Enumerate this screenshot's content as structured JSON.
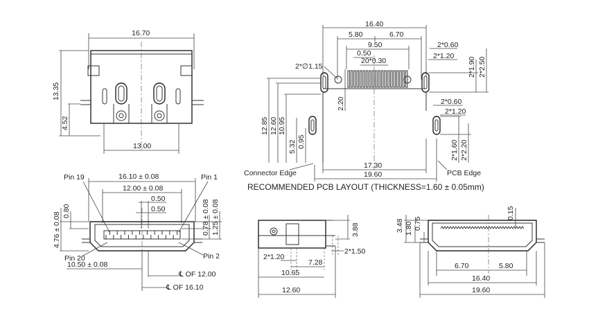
{
  "view_top": {
    "width": "16.70",
    "height": "13.35",
    "lower": "4.52",
    "base": "13.00"
  },
  "pcb": {
    "overall_width": "16.40",
    "left_span": "5.80",
    "right_span": "6.70",
    "pad_span": "9.50",
    "pitch": "0.50",
    "pad_width": "20*0.30",
    "hole": "2*∅1.15",
    "slot_w_top": "2*0.60",
    "slot_l_top": "2*1.20",
    "slot_h1": "2*1.90",
    "slot_h2": "2*2.50",
    "pad_depth": "2.20",
    "h_1285": "12.85",
    "h_1260": "12.60",
    "h_1095": "10.95",
    "h_532": "5.32",
    "h_095": "0.95",
    "slot_w_mid": "2*0.60",
    "slot_l_mid": "2*1.20",
    "h_160": "2*1.60",
    "h_220": "2*2.20",
    "w_1730": "17.30",
    "w_1960": "19.60",
    "connector_edge": "Connector Edge",
    "pcb_edge": "PCB Edge",
    "title": "RECOMMENDED PCB LAYOUT (THICKNESS=1.60 ± 0.05mm)"
  },
  "front": {
    "pin19": "Pin 19",
    "pin1": "Pin 1",
    "pin20": "Pin 20",
    "pin2": "Pin 2",
    "w_1610": "16.10 ± 0.08",
    "w_1200": "12.00 ± 0.08",
    "p1": "0.50",
    "p2": "0.50",
    "h_078": "0.78 ± 0.08",
    "h_125": "1.25 ± 0.08",
    "h_476": "4.76 ± 0.08",
    "h_080": "0.80",
    "w_1050": "10.50 ± 0.08",
    "cl_1200": "℄ OF 12.00",
    "cl_1610": "℄ OF 16.10"
  },
  "side": {
    "h_388": "3.88",
    "slot1": "2*1.20",
    "slot2": "2*1.50",
    "w_728": "7.28",
    "w_1065": "10.65",
    "w_1260": "12.60"
  },
  "rear": {
    "h_348": "3.48",
    "h_180": "1.80",
    "h_075": "0.75",
    "h_015": "0.15",
    "w_670": "6.70",
    "w_580": "5.80",
    "w_1640": "16.40",
    "w_1960": "19.60"
  }
}
